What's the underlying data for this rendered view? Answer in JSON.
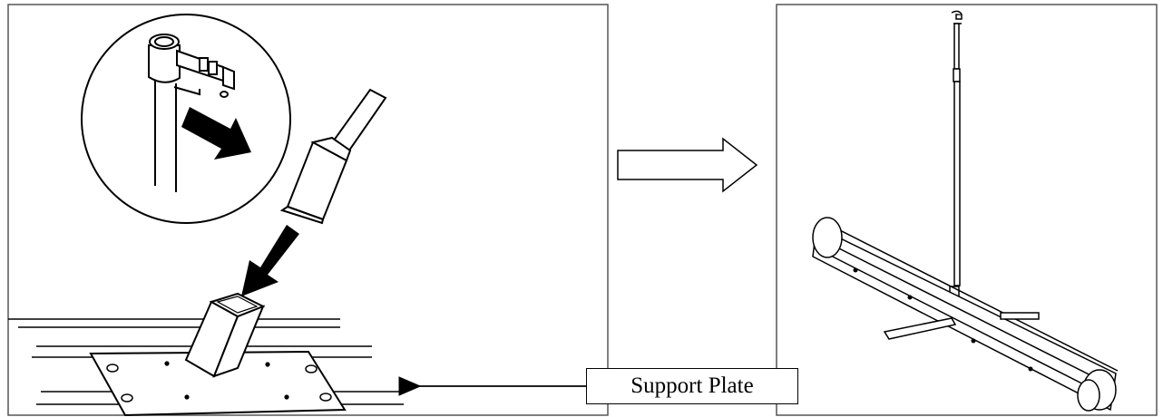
{
  "labels": {
    "support_plate": "Support Plate"
  },
  "colors": {
    "line": "#000000",
    "background": "#ffffff",
    "frame": "#555555"
  },
  "icons": {
    "transition_arrow": "hollow-right-arrow",
    "motion_arrows": "solid-black-arrow",
    "callout_arrow": "left-arrow"
  }
}
